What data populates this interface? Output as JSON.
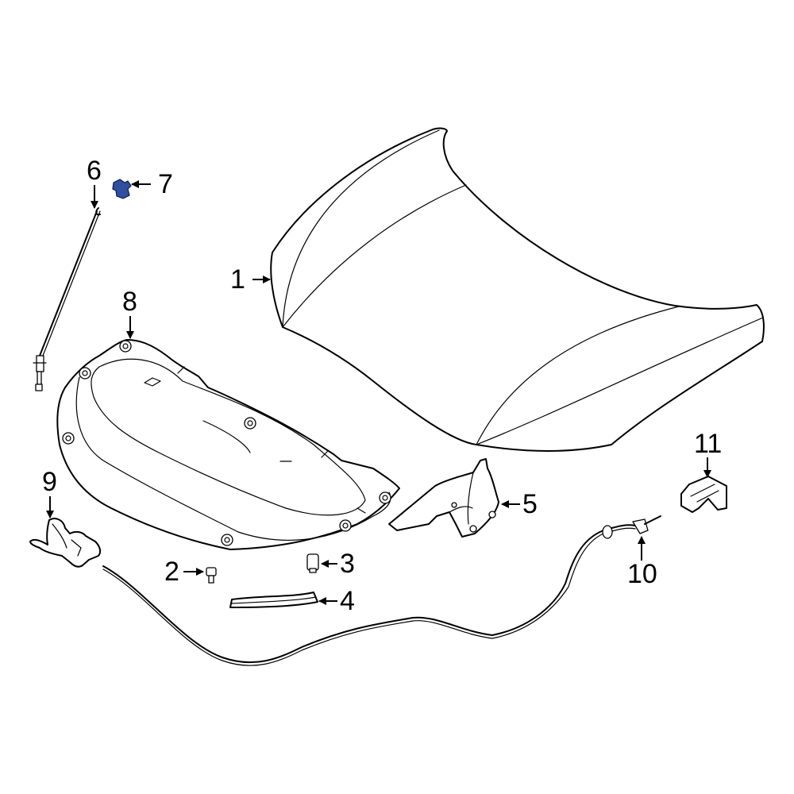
{
  "diagram": {
    "title": "Hood assembly exploded view",
    "accent_color": "#2f4f9f",
    "line_color": "#000000",
    "background": "#ffffff"
  },
  "callouts": [
    {
      "number": "1",
      "part": "hood-panel"
    },
    {
      "number": "2",
      "part": "bumper-bolt"
    },
    {
      "number": "3",
      "part": "hood-bumper"
    },
    {
      "number": "4",
      "part": "weatherstrip-seal"
    },
    {
      "number": "5",
      "part": "hood-hinge"
    },
    {
      "number": "6",
      "part": "hood-prop-rod"
    },
    {
      "number": "7",
      "part": "prop-rod-clip"
    },
    {
      "number": "8",
      "part": "hood-insulator-pad"
    },
    {
      "number": "9",
      "part": "hood-latch"
    },
    {
      "number": "10",
      "part": "release-cable"
    },
    {
      "number": "11",
      "part": "release-handle"
    }
  ]
}
